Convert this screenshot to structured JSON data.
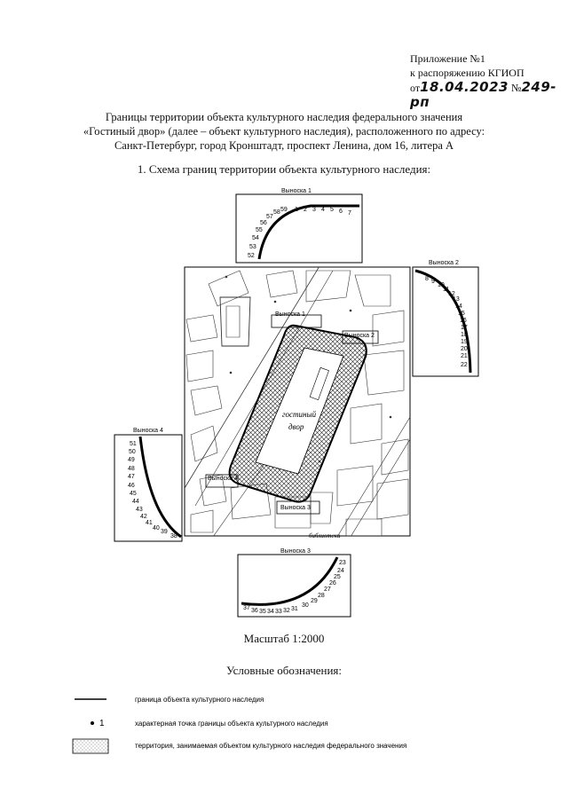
{
  "appendix": {
    "line1": "Приложение №1",
    "line2": "к распоряжению КГИОП",
    "prefix": "от",
    "date": "18.04.2023",
    "number_prefix": "№",
    "number": "249-рп"
  },
  "title": {
    "line1": "Границы территории объекта культурного наследия федерального значения",
    "line2": "«Гостиный двор» (далее – объект культурного наследия), расположенного по адресу:",
    "line3": "Санкт-Петербург, город Кронштадт, проспект Ленина, дом 16, литера А"
  },
  "section_title": "1.   Схема границ территории объекта культурного наследия:",
  "map": {
    "building_name_1": "гостиный",
    "building_name_2": "двор",
    "street_1": "библиотеки",
    "labels": [
      "Выноска 2",
      "Выноска 4",
      "Выноска 3",
      "Выноска 1"
    ]
  },
  "callouts": {
    "c1": {
      "label": "Выноска 1",
      "points": [
        "52",
        "53",
        "54",
        "55",
        "56",
        "57",
        "58",
        "59",
        "1",
        "2",
        "3",
        "4",
        "5",
        "6",
        "7"
      ]
    },
    "c2": {
      "label": "Выноска 2",
      "points": [
        "8",
        "9",
        "10",
        "11",
        "12",
        "13",
        "14",
        "15",
        "16",
        "17",
        "18",
        "19",
        "20",
        "21",
        "22"
      ]
    },
    "c3": {
      "label": "Выноска 3",
      "points": [
        "37",
        "36",
        "35",
        "34",
        "33",
        "32",
        "31",
        "30",
        "29",
        "28",
        "27",
        "26",
        "25",
        "24",
        "23"
      ]
    },
    "c4": {
      "label": "Выноска 4",
      "points": [
        "51",
        "50",
        "49",
        "48",
        "47",
        "46",
        "45",
        "44",
        "43",
        "42",
        "41",
        "40",
        "39",
        "38"
      ]
    }
  },
  "scale": "Масштаб 1:2000",
  "legend": {
    "title": "Условные обозначения:",
    "items": [
      {
        "text": "граница объекта культурного наследия"
      },
      {
        "text": "характерная точка границы объекта культурного наследия",
        "marker_label": "1"
      },
      {
        "text": "территория, занимаемая объектом культурного  наследия федерального значения"
      }
    ]
  }
}
